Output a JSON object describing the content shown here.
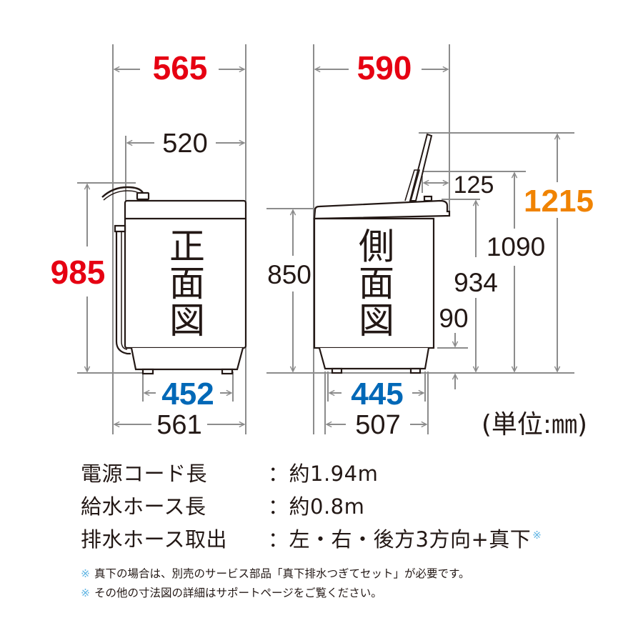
{
  "front_view": {
    "label": [
      "正",
      "面",
      "図"
    ],
    "overall_width": "565",
    "body_width": "520",
    "height": "985",
    "foot_inner_width": "452",
    "foot_outer_width": "561"
  },
  "side_view": {
    "label": [
      "側",
      "面",
      "図"
    ],
    "overall_depth": "590",
    "lid_offset": "125",
    "lid_open_height": "1215",
    "lid_hinge_height": "1090",
    "top_height": "934",
    "body_height": "850",
    "base_gap": "90",
    "foot_inner_depth": "445",
    "foot_outer_depth": "507"
  },
  "unit_label": "(単位:㎜)",
  "colors": {
    "red": "#e60012",
    "orange": "#f08300",
    "blue": "#0068b7",
    "dimension_line": "#8c8c8c",
    "outline": "#231815",
    "note_mark": "#5fb4e3"
  },
  "specs": [
    {
      "label": "電源コード長",
      "value": "：約1.94m",
      "mark": ""
    },
    {
      "label": "給水ホース長",
      "value": "：約0.8m",
      "mark": ""
    },
    {
      "label": "排水ホース取出",
      "value": "：左・右・後方3方向+真下",
      "mark": "※"
    }
  ],
  "notes": [
    {
      "mark": "※",
      "text": "真下の場合は、別売のサービス部品「真下排水つぎてセット」が必要です。"
    },
    {
      "mark": "※",
      "text": "その他の寸法図の詳細はサポートページをご覧ください。"
    }
  ]
}
